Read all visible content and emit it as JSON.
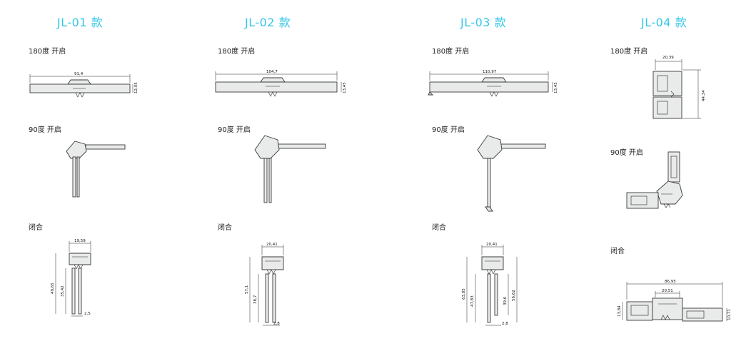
{
  "models": [
    {
      "title": "JL-01 款",
      "states": [
        "180度 开启",
        "90度 开启",
        "闭合"
      ],
      "dims": {
        "open180_w": "91,4",
        "open180_h": "12,05",
        "closed_w": "19,59",
        "closed_h1": "49,65",
        "closed_h2": "35,42",
        "closed_b": "2,5"
      }
    },
    {
      "title": "JL-02 款",
      "states": [
        "180度 开启",
        "90度 开启",
        "闭合"
      ],
      "dims": {
        "open180_w": "104,7",
        "open180_h": "13,45",
        "closed_w": "20,41",
        "closed_h1": "57,1",
        "closed_h2": "38,7",
        "closed_b": "2,8"
      }
    },
    {
      "title": "JL-03 款",
      "states": [
        "180度 开启",
        "90度 开启",
        "闭合"
      ],
      "dims": {
        "open180_w": "110,97",
        "open180_h": "13,45",
        "closed_w": "20,41",
        "closed_h1": "63,85",
        "closed_h2": "47,83",
        "closed_h3": "39,6",
        "closed_h4": "56,62",
        "closed_b": "2,8"
      }
    },
    {
      "title": "JL-04 款",
      "states": [
        "180度 开启",
        "90度 开启",
        "闭合"
      ],
      "dims": {
        "open180_w": "20,39",
        "open180_h": "44,34",
        "closed_w": "86,95",
        "closed_inner": "20,51",
        "closed_h_left": "13,84",
        "closed_h_right": "10,71"
      }
    }
  ]
}
